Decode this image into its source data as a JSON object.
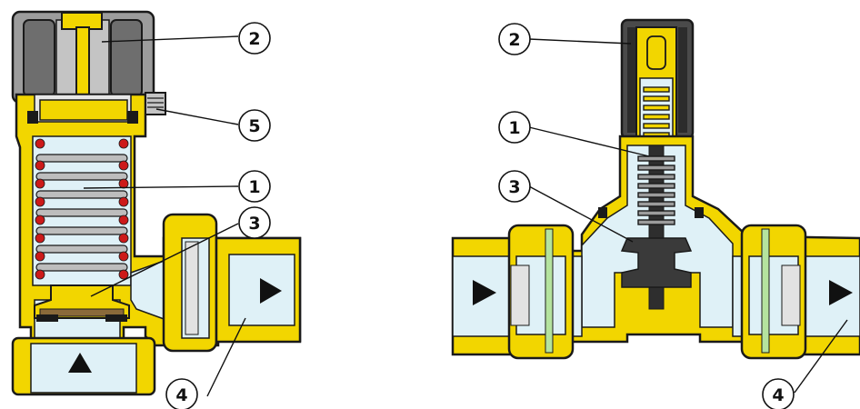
{
  "colors": {
    "brass": "#f2d600",
    "brass_dark": "#c9a800",
    "outline": "#1a1a1a",
    "water": "#dff1f7",
    "water_line": "#a9cdd9",
    "spring_coil": "#cc1a1a",
    "gray_cap": "#9c9c9c",
    "gray_cap_light": "#c4c4c4",
    "dark_cap": "#4a4a4a",
    "metal": "#b5b5b5"
  },
  "left_valve": {
    "callouts": [
      {
        "id": "c2",
        "label": "2"
      },
      {
        "id": "c5",
        "label": "5"
      },
      {
        "id": "c1",
        "label": "1"
      },
      {
        "id": "c3",
        "label": "3"
      },
      {
        "id": "c4",
        "label": "4"
      }
    ],
    "flow_icons": [
      "arrow-right-icon",
      "arrow-up-icon"
    ]
  },
  "right_valve": {
    "callouts": [
      {
        "id": "c2",
        "label": "2"
      },
      {
        "id": "c1",
        "label": "1"
      },
      {
        "id": "c3",
        "label": "3"
      },
      {
        "id": "c4",
        "label": "4"
      }
    ],
    "flow_icons": [
      "arrow-right-icon",
      "arrow-right-icon"
    ]
  }
}
